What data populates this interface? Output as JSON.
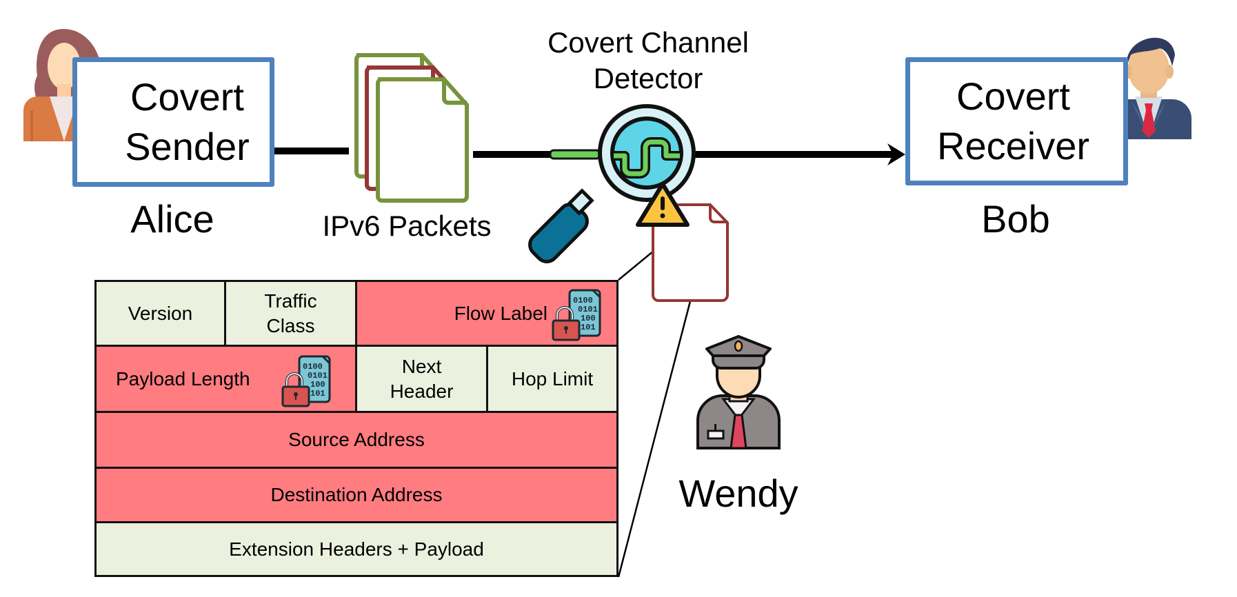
{
  "diagram": {
    "title": "IPv6 covert channel detection scenario",
    "colors": {
      "box_border": "#4f81bd",
      "field_safe": "#ebf1de",
      "field_covert": "#ff7c80",
      "packet_green": "#77933c",
      "packet_red": "#953735",
      "line": "#000000"
    },
    "sender": {
      "box_label_line1": "Covert",
      "box_label_line2": "Sender",
      "name": "Alice",
      "icon": "woman-avatar-icon"
    },
    "packets": {
      "label": "IPv6 Packets",
      "icon": "stacked-documents-icon"
    },
    "detector": {
      "label_line1": "Covert Channel",
      "label_line2": "Detector",
      "icon": "magnifier-signal-icon",
      "alert_icon": "warning-triangle-icon",
      "inspected_packet_icon": "document-icon"
    },
    "receiver": {
      "box_label_line1": "Covert",
      "box_label_line2": "Receiver",
      "name": "Bob",
      "icon": "businessman-avatar-icon"
    },
    "warden": {
      "name": "Wendy",
      "icon": "police-officer-icon"
    },
    "ipv6_header": {
      "rows": [
        [
          {
            "label": "Version",
            "covert": false
          },
          {
            "label_line1": "Traffic",
            "label_line2": "Class",
            "covert": false
          },
          {
            "label": "Flow Label",
            "covert": true,
            "icon": "unlocked-binary-file-icon"
          }
        ],
        [
          {
            "label": "Payload Length",
            "covert": true,
            "icon": "unlocked-binary-file-icon"
          },
          {
            "label_line1": "Next",
            "label_line2": "Header",
            "covert": false
          },
          {
            "label": "Hop Limit",
            "covert": false
          }
        ],
        [
          {
            "label": "Source Address",
            "covert": true
          }
        ],
        [
          {
            "label": "Destination Address",
            "covert": true
          }
        ],
        [
          {
            "label": "Extension Headers + Payload",
            "covert": false
          }
        ]
      ]
    }
  }
}
